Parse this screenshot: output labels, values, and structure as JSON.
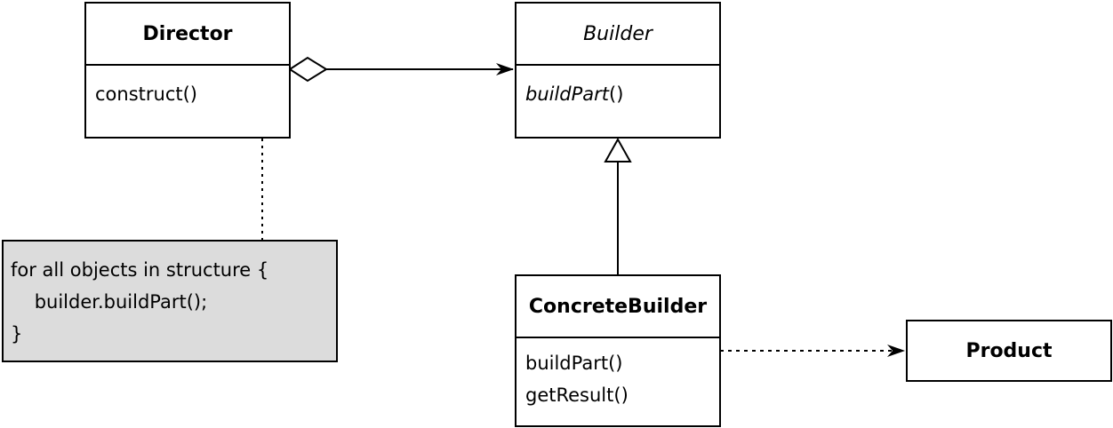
{
  "director": {
    "name": "Director",
    "operations": [
      "construct()"
    ]
  },
  "builder": {
    "name": "Builder",
    "operation_name": "buildPart",
    "operation_parens": "()"
  },
  "concrete_builder": {
    "name": "ConcreteBuilder",
    "operations": [
      "buildPart()",
      "getResult()"
    ]
  },
  "product": {
    "name": "Product"
  },
  "note": {
    "lines": [
      "for all objects in structure {",
      "    builder.buildPart();",
      "}"
    ]
  },
  "colors": {
    "line": "#000000",
    "note_fill": "#dcdcdc",
    "box_fill": "#ffffff"
  }
}
